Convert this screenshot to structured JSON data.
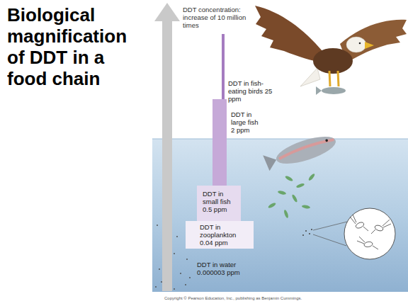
{
  "diagram": {
    "title": "Biological magnification of DDT in a food chain",
    "nodes": [
      {
        "text": [
          "DDT in small fish 0.5 ppm"
        ]
      },
      {
        "text": [
          "DDT in zooplankton 0.04 ppm"
        ]
      }
    ],
    "labels": [
      "DDT concentration: increase of 10 million times",
      "DDT in fish-eating birds 25 ppm",
      "DDT in large fish 2 ppm",
      "DDT in water 0.000003 ppm",
      "Copyright © Pearson Education, Inc., publishing as Benjamin Cummings."
    ]
  }
}
